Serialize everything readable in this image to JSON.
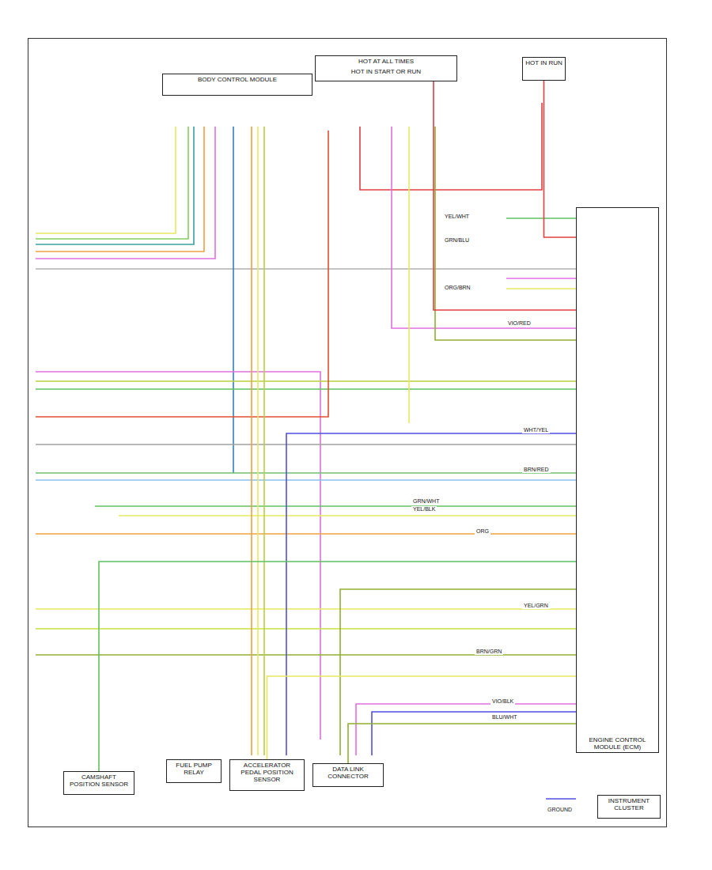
{
  "diagram": {
    "nodes": [
      {
        "text": [
          "BODY CONTROL MODULE"
        ]
      },
      {
        "text": [
          "HOT AT ALL TIMES",
          "HOT IN START OR RUN"
        ]
      },
      {
        "text": [
          "HOT IN RUN"
        ]
      },
      {
        "text": [
          "ENGINE CONTROL MODULE (ECM)"
        ]
      },
      {
        "text": [
          "CAMSHAFT POSITION SENSOR"
        ]
      },
      {
        "text": [
          "FUEL PUMP RELAY"
        ]
      },
      {
        "text": [
          "ACCELERATOR PEDAL POSITION SENSOR"
        ]
      },
      {
        "text": [
          "DATA LINK CONNECTOR"
        ]
      },
      {
        "text": [
          "INSTRUMENT CLUSTER"
        ]
      }
    ],
    "edges": [
      {
        "from": 1,
        "to": 3,
        "arrow": "none"
      },
      {
        "from": 2,
        "to": 3,
        "arrow": "none"
      },
      {
        "from": 4,
        "to": 3,
        "arrow": "none"
      },
      {
        "from": 6,
        "to": 3,
        "arrow": "none"
      },
      {
        "from": 7,
        "to": 3,
        "arrow": "none"
      }
    ],
    "labels": [
      "YEL/WHT",
      "GRN/BLU",
      "ORG/BRN",
      "VIO/RED",
      "WHT/YEL",
      "BRN/RED",
      "YEL/BLK",
      "GRN/WHT",
      "YEL/GRN",
      "ORG",
      "BRN/GRN",
      "VIO/BLK",
      "BLU/WHT",
      "GROUND"
    ]
  }
}
